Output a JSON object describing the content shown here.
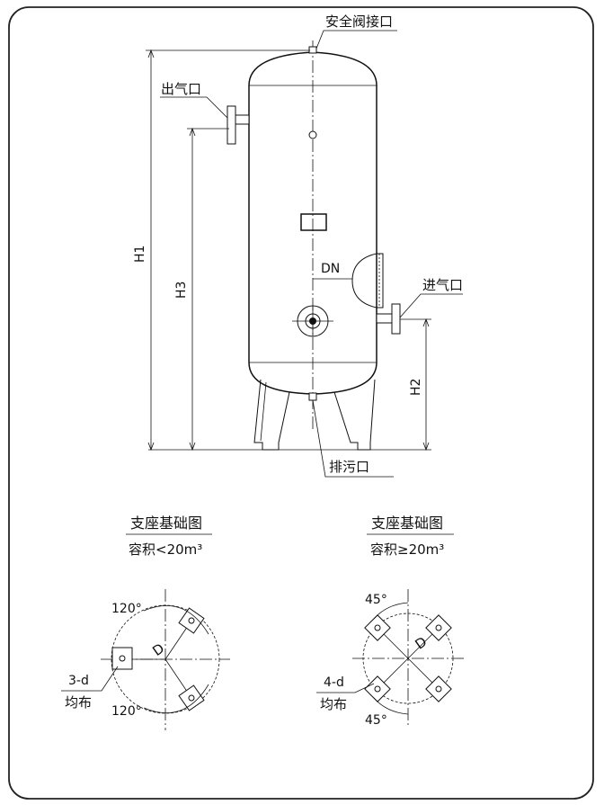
{
  "drawing": {
    "labels": {
      "safety_valve_port": "安全阀接口",
      "air_outlet": "出气口",
      "air_inlet": "进气口",
      "drain_outlet": "排污口",
      "nominal_diameter": "DN"
    },
    "dimensions": {
      "h1": "H1",
      "h2": "H2",
      "h3": "H3"
    }
  },
  "support_small": {
    "title": "支座基础图",
    "subtitle": "容积<20m³",
    "angle_top": "120°",
    "angle_bottom": "120°",
    "diameter": "D",
    "bolt_count": "3-d",
    "bolt_note": "均布"
  },
  "support_large": {
    "title": "支座基础图",
    "subtitle": "容积≥20m³",
    "angle_top": "45°",
    "angle_bottom": "45°",
    "diameter": "D",
    "bolt_count": "4-d",
    "bolt_note": "均布"
  }
}
